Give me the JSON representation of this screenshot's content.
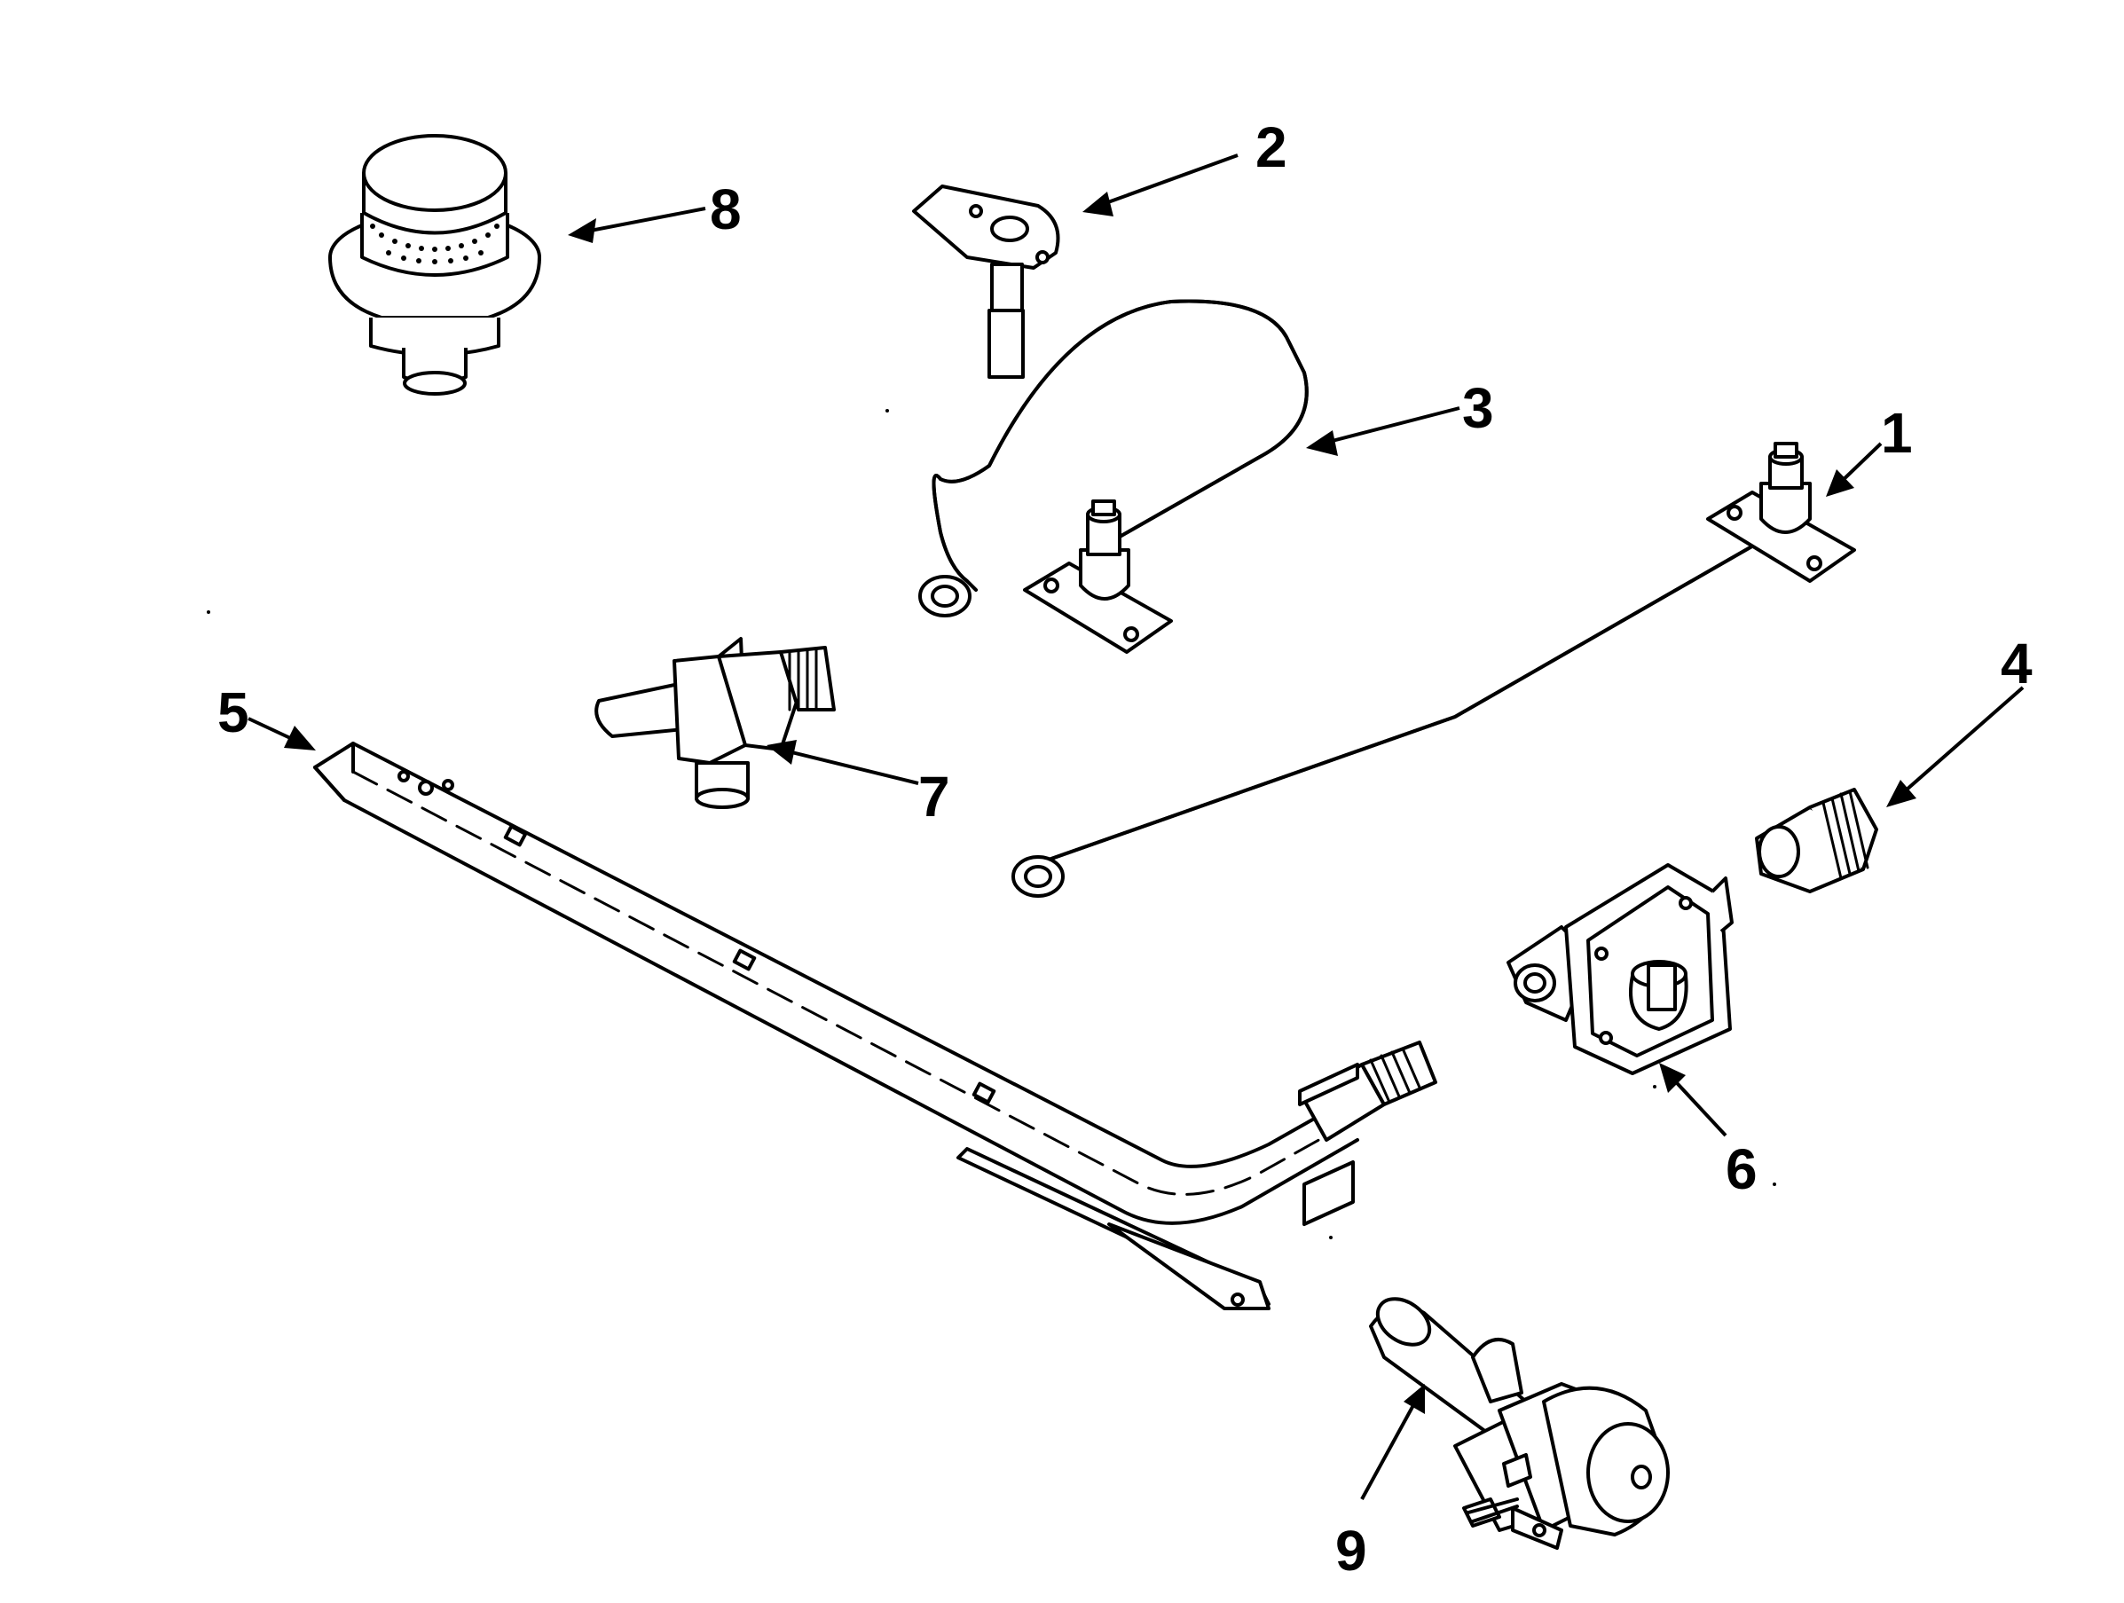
{
  "parts": [
    {
      "id": "1",
      "label": "1",
      "name": "burner-tube-right"
    },
    {
      "id": "2",
      "label": "2",
      "name": "ignitor-bracket"
    },
    {
      "id": "3",
      "label": "3",
      "name": "burner-tube-loop"
    },
    {
      "id": "4",
      "label": "4",
      "name": "fitting"
    },
    {
      "id": "5",
      "label": "5",
      "name": "manifold-pipe"
    },
    {
      "id": "6",
      "label": "6",
      "name": "pressure-regulator"
    },
    {
      "id": "7",
      "label": "7",
      "name": "burner-valve"
    },
    {
      "id": "8",
      "label": "8",
      "name": "burner-head"
    },
    {
      "id": "9",
      "label": "9",
      "name": "oven-safety-valve"
    }
  ],
  "colors": {
    "line": "#000000",
    "background": "#ffffff"
  }
}
